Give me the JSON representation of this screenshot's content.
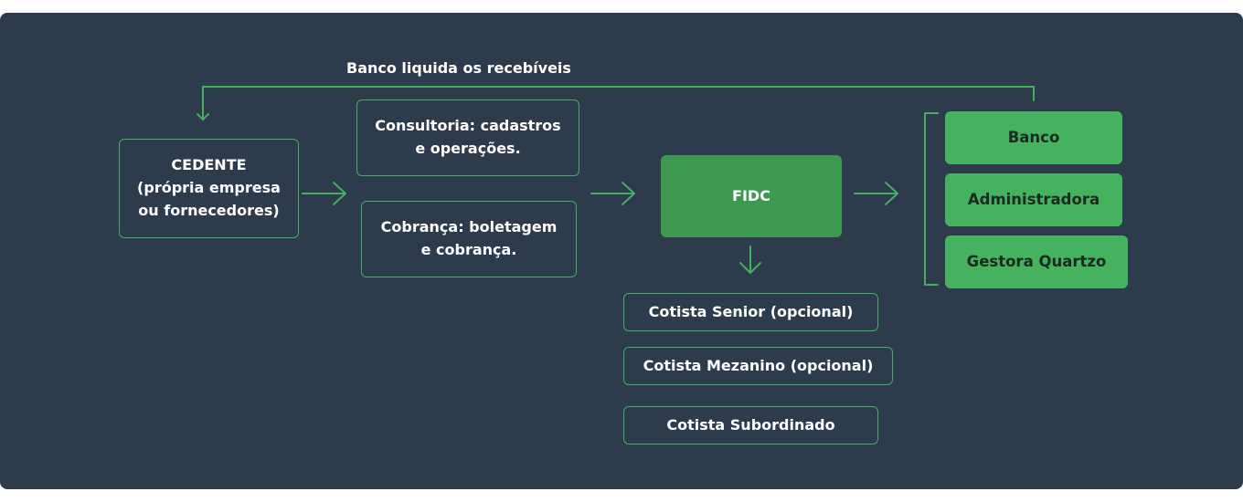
{
  "colors": {
    "background": "#2d3b4c",
    "accent_green": "#43b05c",
    "fidc_green": "#3b9a50",
    "text_light": "#ffffff",
    "text_dark": "#1a2a22"
  },
  "top_label": "Banco liquida os recebíveis",
  "cedente": {
    "line1": "CEDENTE",
    "line2": "(própria empresa",
    "line3": "ou fornecedores)"
  },
  "consultoria": {
    "line1": "Consultoria: cadastros",
    "line2": "e operações."
  },
  "cobranca": {
    "line1": "Cobrança: boletagem",
    "line2": "e cobrança."
  },
  "fidc": "FIDC",
  "cotistas": [
    "Cotista Senior (opcional)",
    "Cotista Mezanino (opcional)",
    "Cotista Subordinado"
  ],
  "service_providers": [
    "Banco",
    "Administradora",
    "Gestora Quartzo"
  ]
}
